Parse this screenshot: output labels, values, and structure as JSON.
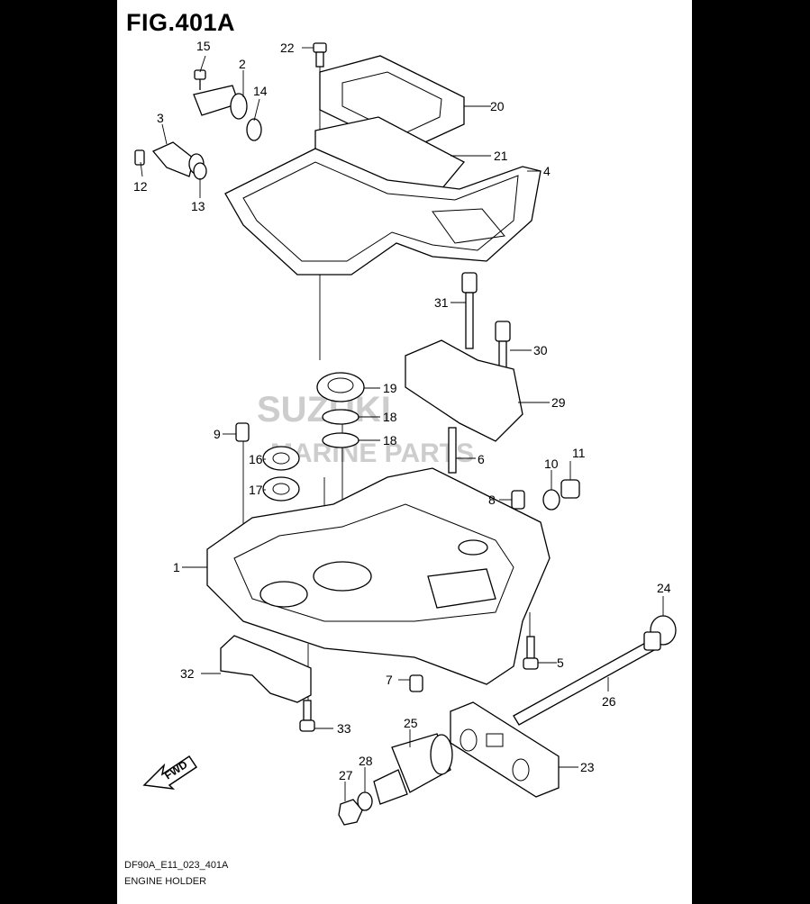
{
  "figure": {
    "title": "FIG.401A",
    "code": "DF90A_E11_023_401A",
    "caption": "ENGINE HOLDER"
  },
  "watermark": {
    "brand": "SUZUKI",
    "subtitle": "MARINE PARTS"
  },
  "fwd_label": "FWD",
  "callouts": [
    "15",
    "2",
    "14",
    "3",
    "12",
    "13",
    "22",
    "20",
    "21",
    "4",
    "31",
    "30",
    "19",
    "29",
    "18",
    "18",
    "9",
    "16",
    "6",
    "11",
    "10",
    "17",
    "8",
    "1",
    "24",
    "5",
    "32",
    "7",
    "26",
    "25",
    "33",
    "23",
    "28",
    "27"
  ]
}
